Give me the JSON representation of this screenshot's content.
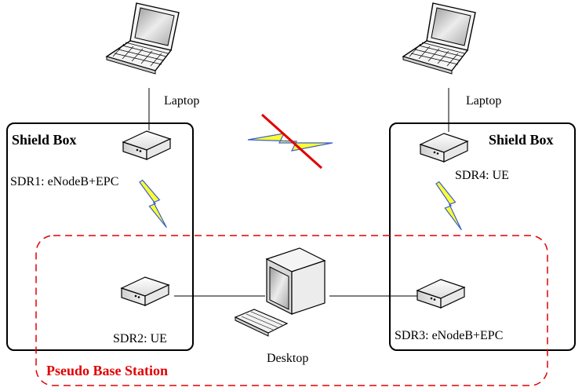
{
  "labels": {
    "laptop_left": "Laptop",
    "laptop_right": "Laptop",
    "shield_box_left": "Shield Box",
    "shield_box_right": "Shield Box",
    "sdr1": "SDR1: eNodeB+EPC",
    "sdr2": "SDR2: UE",
    "sdr3": "SDR3: eNodeB+EPC",
    "sdr4": "SDR4: UE",
    "desktop": "Desktop",
    "pseudo_base_station": "Pseudo Base Station"
  },
  "colors": {
    "outline": "#000000",
    "pseudo_bs": "#e00000",
    "lightning": "#ffff33",
    "lightning_blue": "#3a5fcd",
    "blocked": "#e00000"
  },
  "icons": {
    "laptop": "laptop-icon",
    "sdr": "sdr-device-icon",
    "desktop": "desktop-computer-icon",
    "wireless": "lightning-link-icon"
  }
}
